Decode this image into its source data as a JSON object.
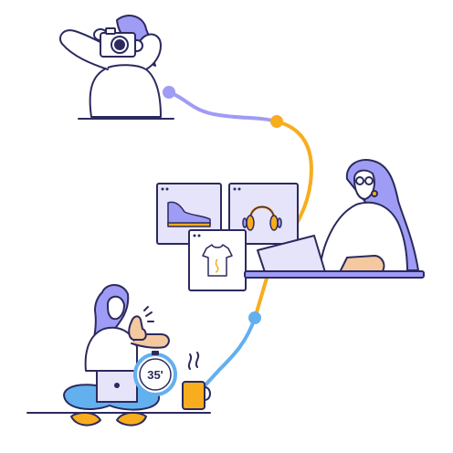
{
  "illustration": {
    "timer": {
      "value": "35'"
    },
    "product_cards": [
      {
        "icon": "sneaker-icon"
      },
      {
        "icon": "headphones-icon"
      },
      {
        "icon": "tshirt-icon"
      }
    ],
    "figures": [
      "photographer",
      "woman-at-laptop",
      "woman-sitting-with-laptop"
    ],
    "colors": {
      "outline": "#2b2a5e",
      "purple": "#9f9cf5",
      "purple_light": "#e6e4fb",
      "orange": "#f8ad1f",
      "blue": "#63b0ef",
      "skin": "#f4c99f",
      "background": "#ffffff"
    }
  }
}
